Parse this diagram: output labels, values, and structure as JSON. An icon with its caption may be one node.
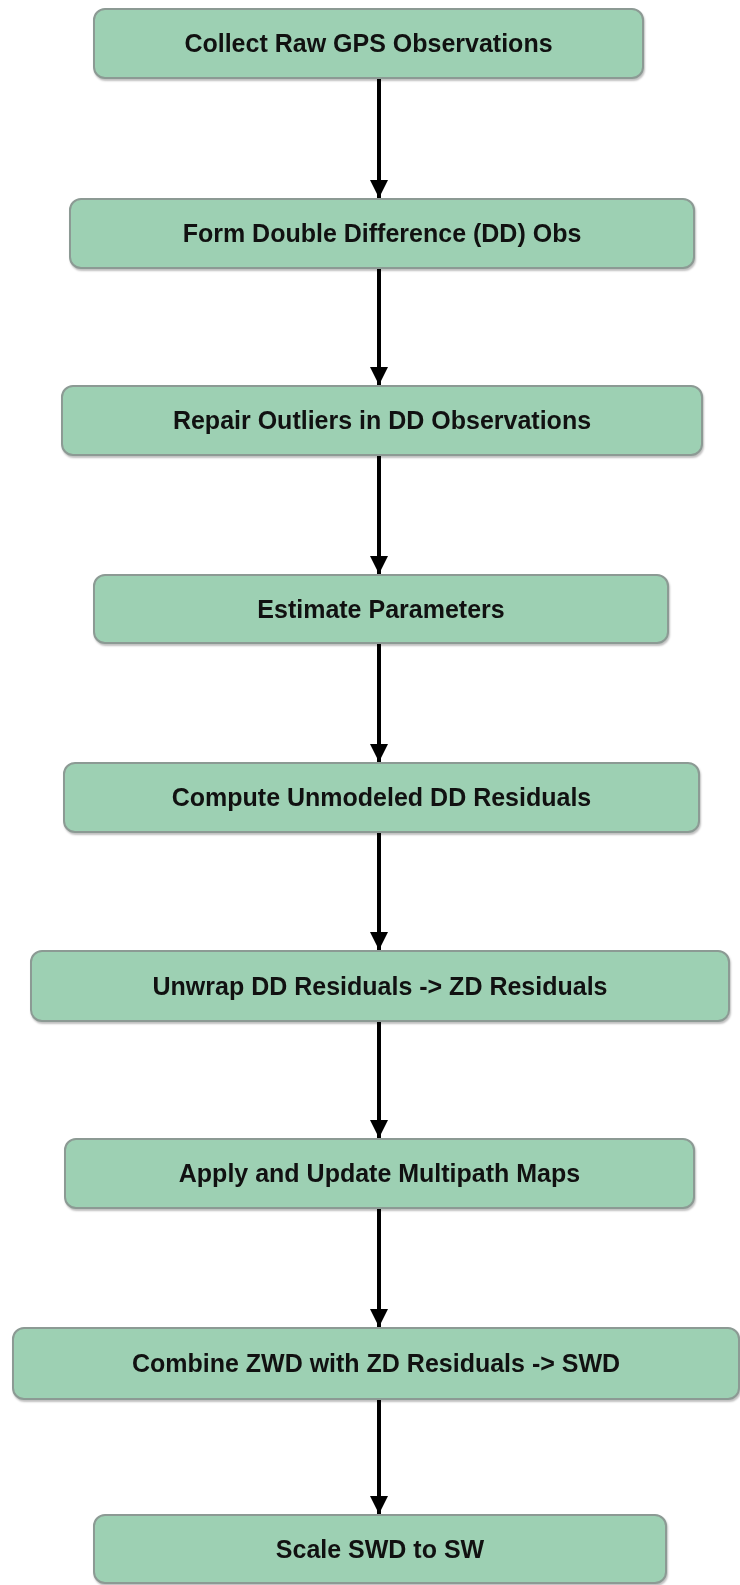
{
  "diagram": {
    "nodes": [
      {
        "text": [
          "Collect Raw GPS Observations"
        ]
      },
      {
        "text": [
          "Form Double Difference  (DD) Obs"
        ]
      },
      {
        "text": [
          "Repair Outliers in DD Observations"
        ]
      },
      {
        "text": [
          "Estimate Parameters"
        ]
      },
      {
        "text": [
          "Compute Unmodeled DD Residuals"
        ]
      },
      {
        "text": [
          "Unwrap DD Residuals -> ZD Residuals"
        ]
      },
      {
        "text": [
          "Apply and Update Multipath Maps"
        ]
      },
      {
        "text": [
          "Combine ZWD with ZD Residuals -> SWD"
        ]
      },
      {
        "text": [
          "Scale SWD to SW"
        ]
      }
    ],
    "edges": [
      {
        "from": 0,
        "to": 1,
        "arrow": "to"
      },
      {
        "from": 1,
        "to": 2,
        "arrow": "to"
      },
      {
        "from": 2,
        "to": 3,
        "arrow": "to"
      },
      {
        "from": 3,
        "to": 4,
        "arrow": "to"
      },
      {
        "from": 4,
        "to": 5,
        "arrow": "to"
      },
      {
        "from": 5,
        "to": 6,
        "arrow": "to"
      },
      {
        "from": 6,
        "to": 7,
        "arrow": "to"
      },
      {
        "from": 7,
        "to": 8,
        "arrow": "to"
      }
    ]
  }
}
